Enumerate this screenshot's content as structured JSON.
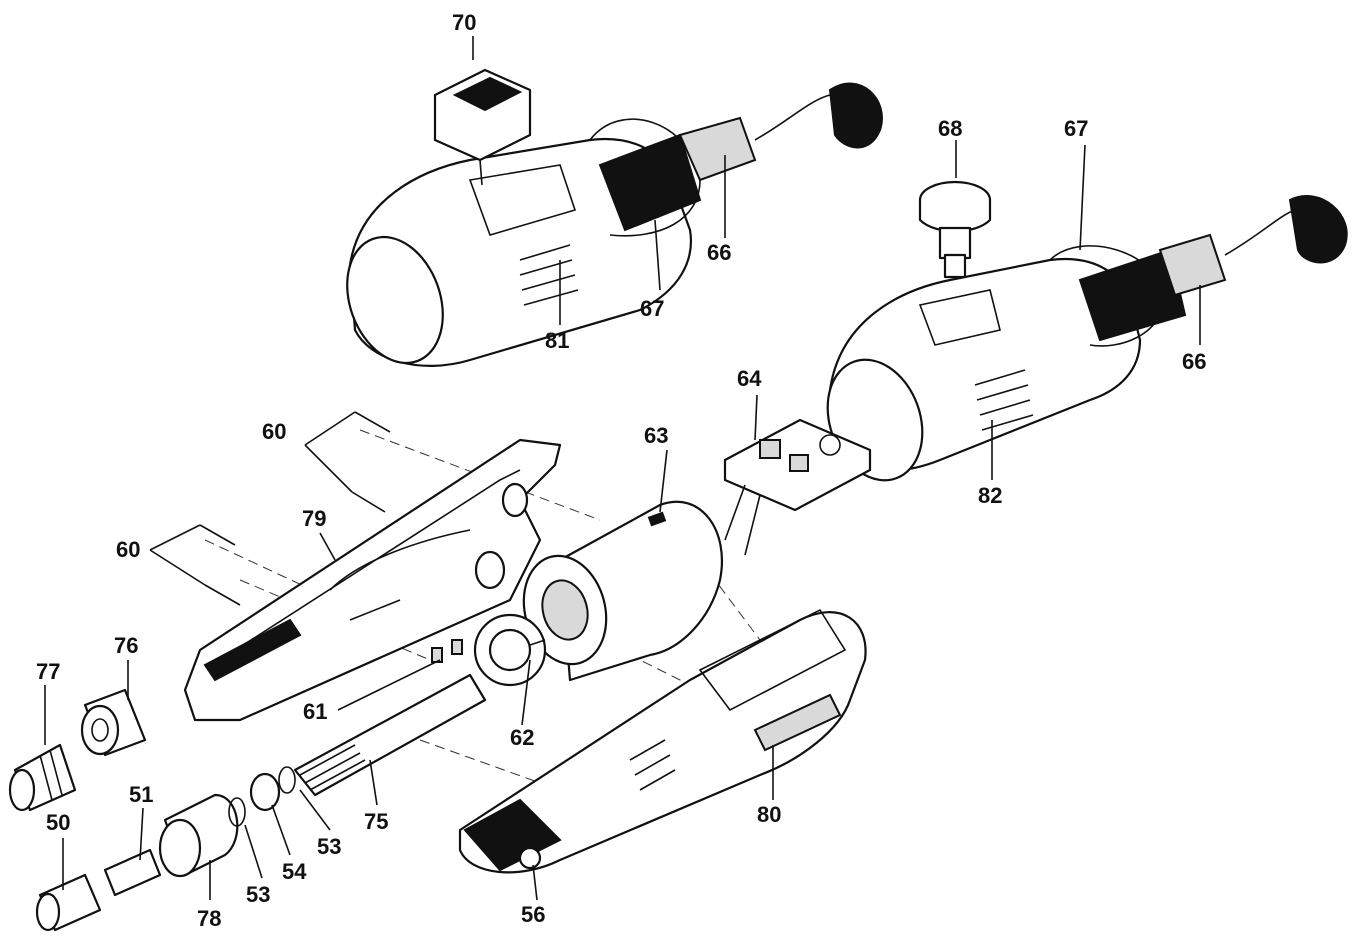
{
  "labels": {
    "l70": "70",
    "l68": "68",
    "l67a": "67",
    "l67b": "67",
    "l66a": "66",
    "l66b": "66",
    "l81": "81",
    "l82": "82",
    "l64": "64",
    "l63": "63",
    "l60a": "60",
    "l60b": "60",
    "l79": "79",
    "l77": "77",
    "l76": "76",
    "l61": "61",
    "l62": "62",
    "l75": "75",
    "l80": "80",
    "l51": "51",
    "l50": "50",
    "l53a": "53",
    "l53b": "53",
    "l54": "54",
    "l78": "78",
    "l56": "56"
  }
}
